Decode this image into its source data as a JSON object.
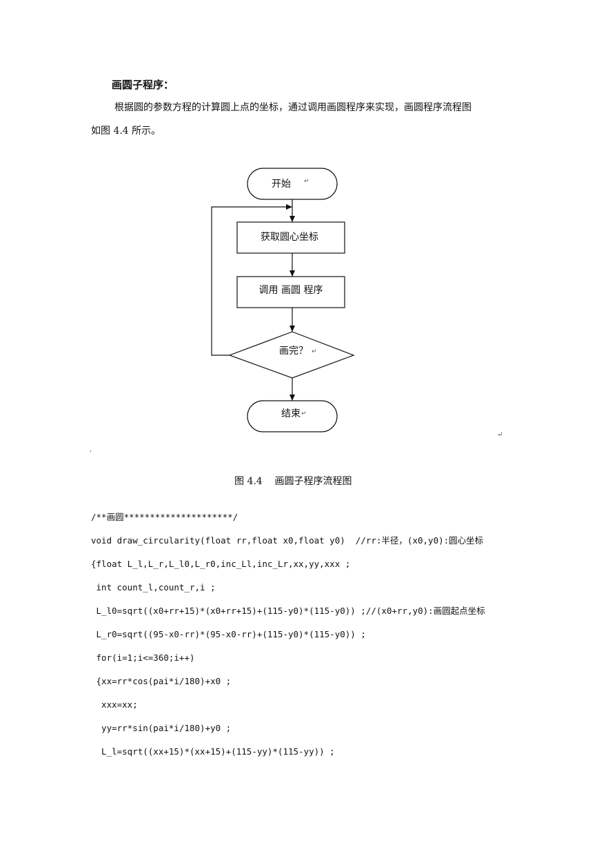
{
  "section": {
    "heading": "画圆子程序：",
    "paragraph_line1": "根据圆的参数方程的计算圆上点的坐标，通过调用画圆程序来实现，画圆程序流程图",
    "paragraph_line2": "如图 4.4 所示。"
  },
  "flowchart": {
    "start": "开始",
    "get_center": "获取圆心坐标",
    "call_draw": "调用 画圆 程序",
    "decision": "画完？",
    "end": "结束",
    "return_mark": "↵"
  },
  "figure": {
    "caption": "图 4.4    画圆子程序流程图"
  },
  "stray_marks": {
    "right_return": "↵",
    "left_tick": ","
  },
  "code": {
    "lines": [
      "/**画圆*********************/",
      "void draw_circularity(float rr,float x0,float y0)  //rr:半径，(x0,y0):圆心坐标",
      "{float L_l,L_r,L_l0,L_r0,inc_Ll,inc_Lr,xx,yy,xxx ;",
      " int count_l,count_r,i ;",
      " L_l0=sqrt((x0+rr+15)*(x0+rr+15)+(115-y0)*(115-y0)) ;//(x0+rr,y0):画圆起点坐标",
      " L_r0=sqrt((95-x0-rr)*(95-x0-rr)+(115-y0)*(115-y0)) ;",
      " for(i=1;i<=360;i++)",
      " {xx=rr*cos(pai*i/180)+x0 ;",
      "  xxx=xx;",
      "  yy=rr*sin(pai*i/180)+y0 ;",
      "  L_l=sqrt((xx+15)*(xx+15)+(115-yy)*(115-yy)) ;"
    ]
  }
}
